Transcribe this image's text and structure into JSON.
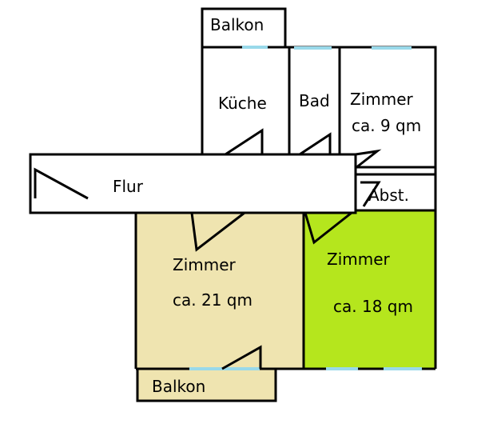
{
  "floorplan": {
    "colors": {
      "wall": "#000000",
      "window": "#99d9ea",
      "room_default": "#ffffff",
      "room_21qm": "#efe4b0",
      "room_18qm": "#b5e61d",
      "balcony_south": "#efe4b0"
    },
    "rooms": {
      "balkon_north": {
        "label": "Balkon"
      },
      "kueche": {
        "label": "Küche"
      },
      "bad": {
        "label": "Bad"
      },
      "zimmer_9": {
        "label": "Zimmer",
        "area": "ca. 9 qm"
      },
      "flur": {
        "label": "Flur"
      },
      "abstellraum": {
        "label": "Abst."
      },
      "zimmer_21": {
        "label": "Zimmer",
        "area": "ca. 21 qm"
      },
      "zimmer_18": {
        "label": "Zimmer",
        "area": "ca. 18 qm"
      },
      "balkon_south": {
        "label": "Balkon"
      }
    }
  }
}
